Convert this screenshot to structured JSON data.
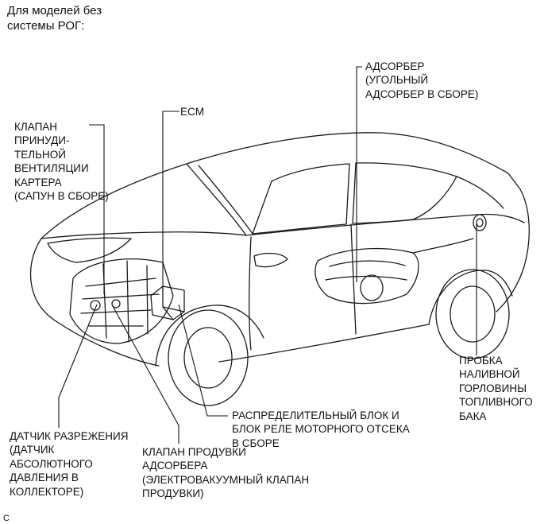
{
  "header": {
    "line1": "Для моделей без",
    "line2": "системы РОГ:"
  },
  "labels": {
    "pcv": "КЛАПАН\nПРИНУДИ-\nТЕЛЬНОЙ\nВЕНТИЛЯЦИИ\nКАРТЕРА\n(САПУН В СБОРЕ)",
    "ecm": "ECM",
    "adsorber": "АДСОРБЕР\n(УГОЛЬНЫЙ\nАДСОРБЕР В СБОРЕ)",
    "fuel_cap": "ПРОБКА\nНАЛИВНОЙ\nГОРЛОВИНЫ\nТОПЛИВНОГО\nБАКА",
    "relay_block": "РАСПРЕДЕЛИТЕЛЬНЫЙ БЛОК И\nБЛОК РЕЛЕ МОТОРНОГО ОТСЕКА\nВ СБОРЕ",
    "vacuum_sensor": "ДАТЧИК РАЗРЕЖЕНИЯ\n(ДАТЧИК\nАБСОЛЮТНОГО\nДАВЛЕНИЯ В\nКОЛЛЕКТОРЕ)",
    "purge_valve": "КЛАПАН ПРОДУВКИ\nАДСОРБЕРА\n(ЭЛЕКТРОВАКУУМНЫЙ КЛАПАН\nПРОДУВКИ)"
  },
  "figure_code": "C"
}
